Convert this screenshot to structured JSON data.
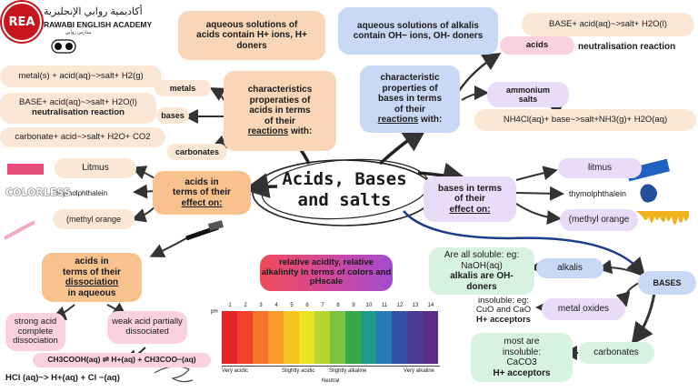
{
  "logo": {
    "mark": "REA",
    "arabic": "أكاديمية روابي الإنجليزية",
    "name": "RAWABI ENGLISH ACADEMY",
    "sub": "مدارس روابي"
  },
  "center": {
    "title_line1": "Acids, Bases",
    "title_line2": "and salts"
  },
  "acids": {
    "aqueous": "aqueous solutions of acids contain H+ ions, H+ doners",
    "char_line1": "characteristics",
    "char_line2": "properaties of",
    "char_line3": "acids in terms",
    "char_line4": "of their",
    "char_under": "reactions",
    "char_with": " with:",
    "metals_label": "metals",
    "bases_label": "bases",
    "carbonates_label": "carbonates",
    "metals_eq": "metal(s) + acid(aq)~>salt+ H2(g)",
    "bases_eq": "BASE+ acid(aq)~>salt+ H2O(l)",
    "neut": "neutralisation reaction",
    "carbonates_eq": "carbonate+ acid~>salt+ H2O+ CO2",
    "effect_line1": "acids in",
    "effect_line2": "terms of their",
    "effect_under": "effect on:",
    "litmus": "Litmus",
    "thymol": "thymolphthalein",
    "methyl": "(methyl orange",
    "colorless": "COLORLESS",
    "diss_line1": "acids in",
    "diss_line2": "terms of their",
    "diss_under": "dissociation",
    "diss_line4": "in aqueous",
    "strong": "strong acid complete dissociation",
    "weak": "weak acid partially dissociated",
    "weak_eq": "CH3COOH(aq) ⇌ H+(aq) + CH3COO−(aq)",
    "strong_eq": "HCl (aq)~>  H+(aq) + Cl −(aq)"
  },
  "bases": {
    "aqueous": "aqueous solutions of alkalis contain OH− ions, OH- doners",
    "char_line1": "characteristic",
    "char_line2": "properties of",
    "char_line3": "bases in terms",
    "char_line4": "of their",
    "char_under": "reactions",
    "char_with": " with:",
    "acids_label": "acids",
    "acids_eq": "BASE+ acid(aq)~>salt+ H2O(l)",
    "neut": "neutralisation reaction",
    "ammonium_line1": "ammonium",
    "ammonium_line2": "salts",
    "ammonium_eq": "NH4Cl(aq)+ base~>salt+NH3(g)+ H2O(aq)",
    "effect_line1": "bases in terms",
    "effect_line2": "of their",
    "effect_under": "effect on:",
    "litmus": "litmus",
    "thymol": "thymolphthalein",
    "methyl": "(methyl orange",
    "node": "BASES",
    "alkalis": "alkalis",
    "soluble_line1": "Are all soluble: eg:",
    "soluble_line2": "NaOH(aq)",
    "soluble_line3": "alkalis are OH-",
    "soluble_line4": "doners",
    "oxides": "metal oxides",
    "insol_line1": "insoluble: eg:",
    "insol_line2": "CuO and CaO",
    "insol_line3": "H+ acceptors",
    "carbonates": "carbonates",
    "most_line1": "most are",
    "most_line2": "insoluble:",
    "most_line3": "CaCO3",
    "most_line4": "H+ acceptors"
  },
  "ph": {
    "title": "relative acidity, relative alkalinity in terms of colors and pHscale",
    "ph_label": "pH",
    "numbers": [
      "1",
      "2",
      "3",
      "4",
      "5",
      "6",
      "7",
      "8",
      "9",
      "10",
      "11",
      "12",
      "13",
      "14"
    ],
    "colors": [
      "#e3262a",
      "#f0422a",
      "#f4762a",
      "#f89b2a",
      "#f6c520",
      "#eae324",
      "#b9d532",
      "#7cc243",
      "#38a84a",
      "#1f9a88",
      "#2a7ab8",
      "#3550a2",
      "#4a3b95",
      "#5b2d86"
    ],
    "very_acidic": "Very acidic",
    "slightly_acidic": "Slightly acidic",
    "slightly_alkaline": "Slightly alkaline",
    "very_alkaline": "Very alkaline",
    "neutral": "Neutral"
  }
}
